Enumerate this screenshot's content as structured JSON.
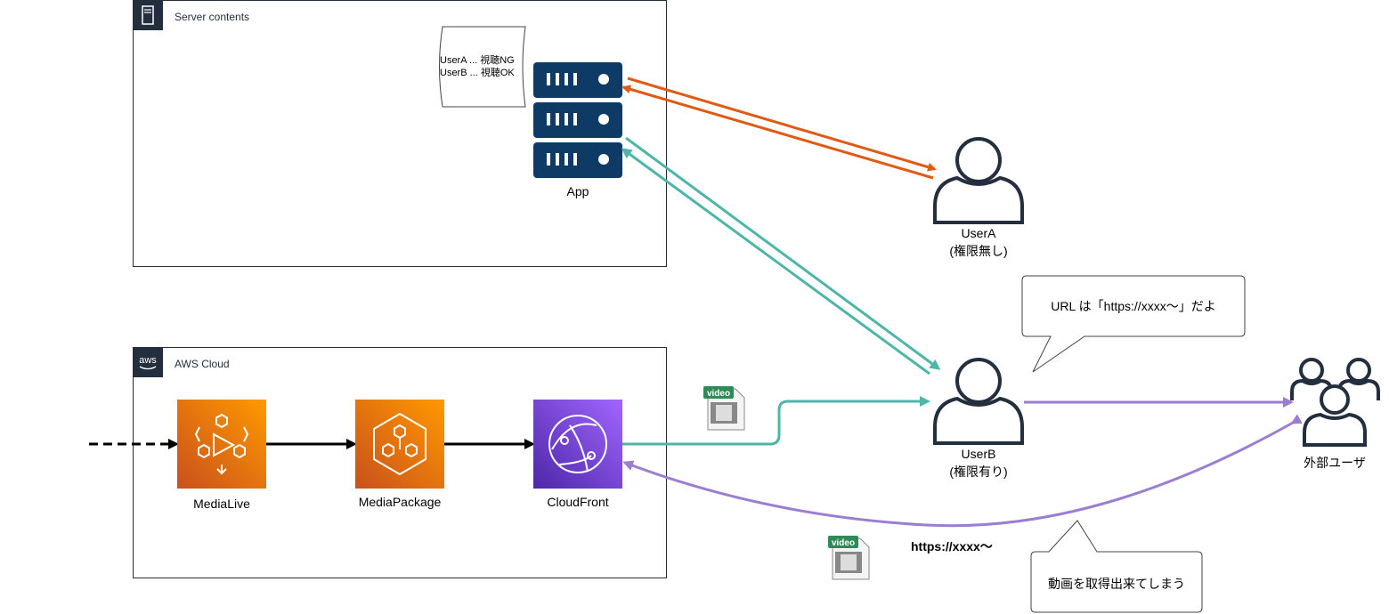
{
  "groups": {
    "server": {
      "label": "Server contents"
    },
    "aws": {
      "label": "AWS Cloud",
      "badge": "aws"
    }
  },
  "note": {
    "line1": "UserA ... 視聴NG",
    "line2": "UserB ... 視聴OK"
  },
  "services": {
    "app": "App",
    "medialive": "MediaLive",
    "mediapackage": "MediaPackage",
    "cloudfront": "CloudFront"
  },
  "users": {
    "userA": {
      "name": "UserA",
      "role": "(権限無し)"
    },
    "userB": {
      "name": "UserB",
      "role": "(権限有り)"
    },
    "external": {
      "name": "外部ユーザ"
    }
  },
  "callouts": {
    "url": "URL は「https://xxxx〜」だよ",
    "leak": "動画を取得出来てしまう"
  },
  "url_label": "https://xxxx〜",
  "file_icon_text": "video",
  "colors": {
    "orange": "#e05a14",
    "teal": "#4db6a8",
    "purple": "#9b7ed1",
    "navy": "#0d3b66",
    "aws_dark": "#232f3e"
  }
}
